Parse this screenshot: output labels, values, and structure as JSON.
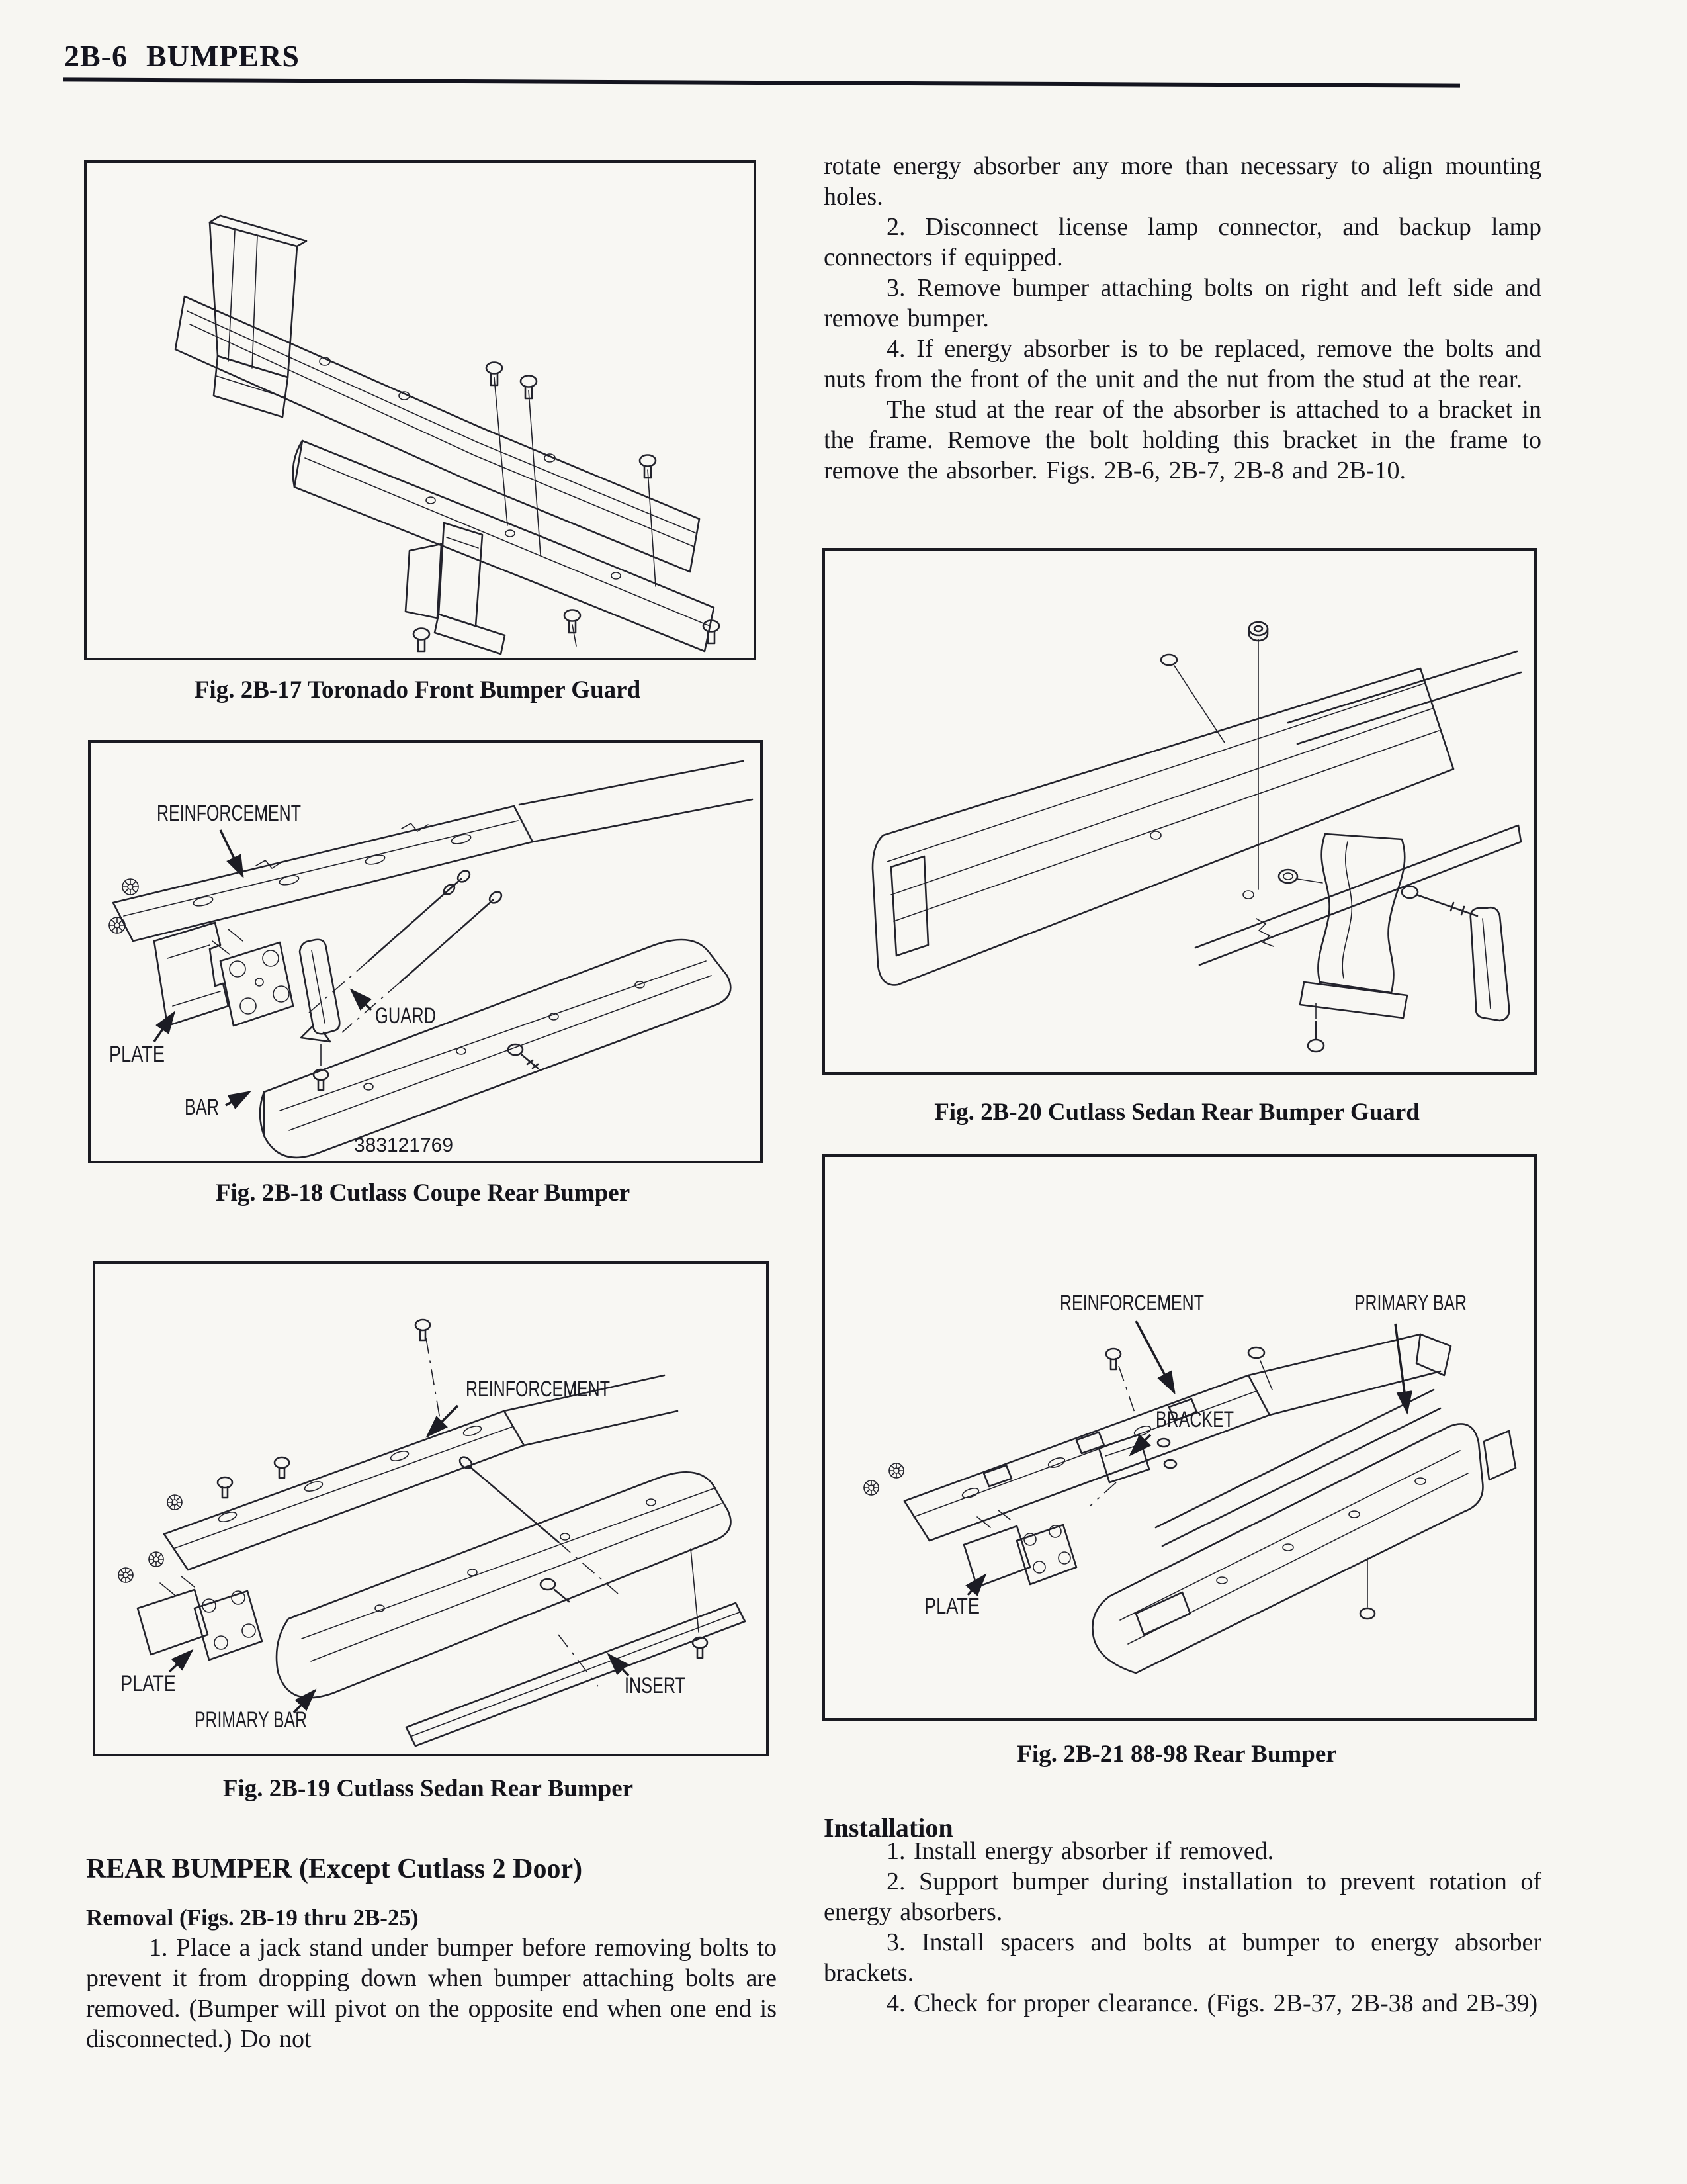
{
  "page": {
    "number": "2B-6",
    "title": "BUMPERS"
  },
  "figures": {
    "fig17": {
      "caption": "Fig. 2B-17 Toronado Front Bumper Guard"
    },
    "fig18": {
      "caption": "Fig. 2B-18 Cutlass Coupe Rear Bumper",
      "labels": {
        "reinforcement": "REINFORCEMENT",
        "plate": "PLATE",
        "bar": "BAR",
        "guard": "GUARD"
      },
      "part_number": "383121769"
    },
    "fig19": {
      "caption": "Fig. 2B-19 Cutlass Sedan Rear Bumper",
      "labels": {
        "reinforcement": "REINFORCEMENT",
        "plate": "PLATE",
        "primary_bar": "PRIMARY BAR",
        "insert": "INSERT"
      }
    },
    "fig20": {
      "caption": "Fig. 2B-20 Cutlass Sedan Rear Bumper Guard"
    },
    "fig21": {
      "caption": "Fig. 2B-21 88-98 Rear Bumper",
      "labels": {
        "reinforcement": "REINFORCEMENT",
        "primary_bar": "PRIMARY BAR",
        "bracket": "BRACKET",
        "plate": "PLATE"
      }
    }
  },
  "removal_continuation": {
    "para1": "rotate energy absorber any more than necessary to align mounting holes.",
    "step2": "2. Disconnect license lamp connector, and backup lamp connectors if equipped.",
    "step3": "3. Remove bumper attaching bolts on right and left side and remove bumper.",
    "step4": "4. If energy absorber is to be replaced, remove the bolts and nuts from the front of the unit and the nut from the stud at the rear.",
    "note": "The stud at the rear of the absorber is attached to a bracket in the frame. Remove the bolt holding this bracket in the frame to remove the absorber. Figs. 2B-6, 2B-7, 2B-8 and 2B-10."
  },
  "rear_bumper_section": {
    "heading": "REAR BUMPER (Except Cutlass 2 Door)",
    "removal_heading": "Removal (Figs. 2B-19 thru 2B-25)",
    "step1": "1. Place a jack stand under bumper before removing bolts to prevent it from dropping down when bumper attaching bolts are removed. (Bumper will pivot on the opposite end when one end is disconnected.) Do not"
  },
  "installation_section": {
    "heading": "Installation",
    "step1": "1. Install energy absorber if removed.",
    "step2": "2. Support bumper during installation to prevent rotation of energy absorbers.",
    "step3": "3. Install spacers and bolts at bumper to energy absorber brackets.",
    "step4": "4. Check for proper clearance. (Figs. 2B-37, 2B-38 and 2B-39)"
  }
}
